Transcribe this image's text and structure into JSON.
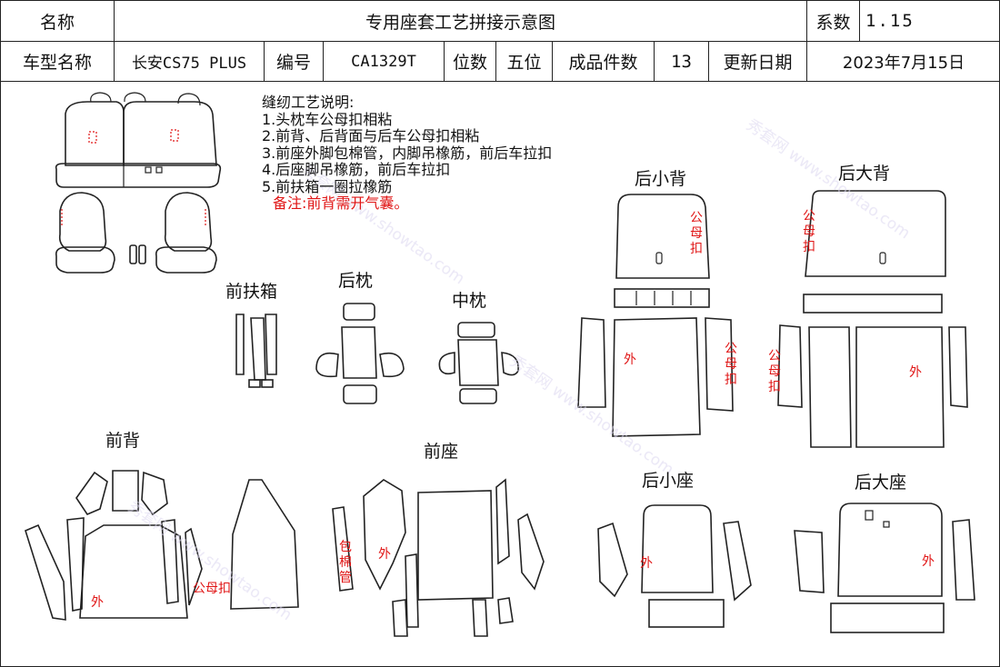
{
  "header": {
    "name_label": "名称",
    "title": "专用座套工艺拼接示意图",
    "coef_label": "系数",
    "coef_value": "1.15",
    "model_label": "车型名称",
    "model_value": "长安CS75 PLUS",
    "code_label": "编号",
    "code_value": "CA1329T",
    "seats_label": "位数",
    "seats_value": "五位",
    "pieces_label": "成品件数",
    "pieces_value": "13",
    "date_label": "更新日期",
    "date_value": "2023年7月15日"
  },
  "notes": {
    "heading": "缝纫工艺说明:",
    "items": [
      "1.头枕车公母扣相粘",
      "2.前背、后背面与后车公母扣相粘",
      "3.前座外脚包棉管，内脚吊橡筋，前后车拉扣",
      "4.后座脚吊橡筋，前后车拉扣",
      "5.前扶箱一圈拉橡筋"
    ],
    "remark": "备注:前背需开气囊。"
  },
  "sections": {
    "front_armrest": "前扶箱",
    "rear_headrest": "后枕",
    "middle_headrest": "中枕",
    "rear_small_back": "后小背",
    "rear_large_back": "后大背",
    "front_back": "前背",
    "front_seat": "前座",
    "rear_small_seat": "后小座",
    "rear_large_seat": "后大座"
  },
  "annotations": {
    "male_female_buckle": "公母扣",
    "outer": "外",
    "cotton_tube": "包棉管"
  }
}
